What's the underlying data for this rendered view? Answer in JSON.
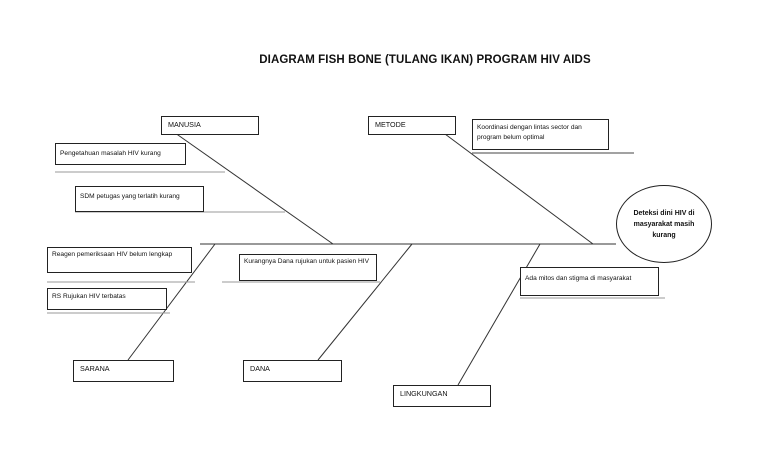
{
  "title": "DIAGRAM FISH BONE (TULANG IKAN) PROGRAM HIV AIDS",
  "effect": "Deteksi dini HIV di masyarakat masih kurang",
  "categories": {
    "manusia": "MANUSIA",
    "metode": "METODE",
    "sarana": "SARANA",
    "dana": "DANA",
    "lingkungan": "LINGKUNGAN"
  },
  "causes": {
    "manusia_1": "Pengetahuan masalah HIV kurang",
    "manusia_2": "SDM petugas yang terlatih kurang",
    "metode_1": "Koordinasi dengan lintas sector dan program belum optimal",
    "sarana_1": "Reagen pemeriksaan HIV belum lengkap",
    "sarana_2": "RS Rujukan HIV terbatas",
    "dana_1": "Kurangnya Dana rujukan untuk pasien HIV",
    "lingkungan_1": "Ada mitos dan stigma di masyarakat"
  }
}
